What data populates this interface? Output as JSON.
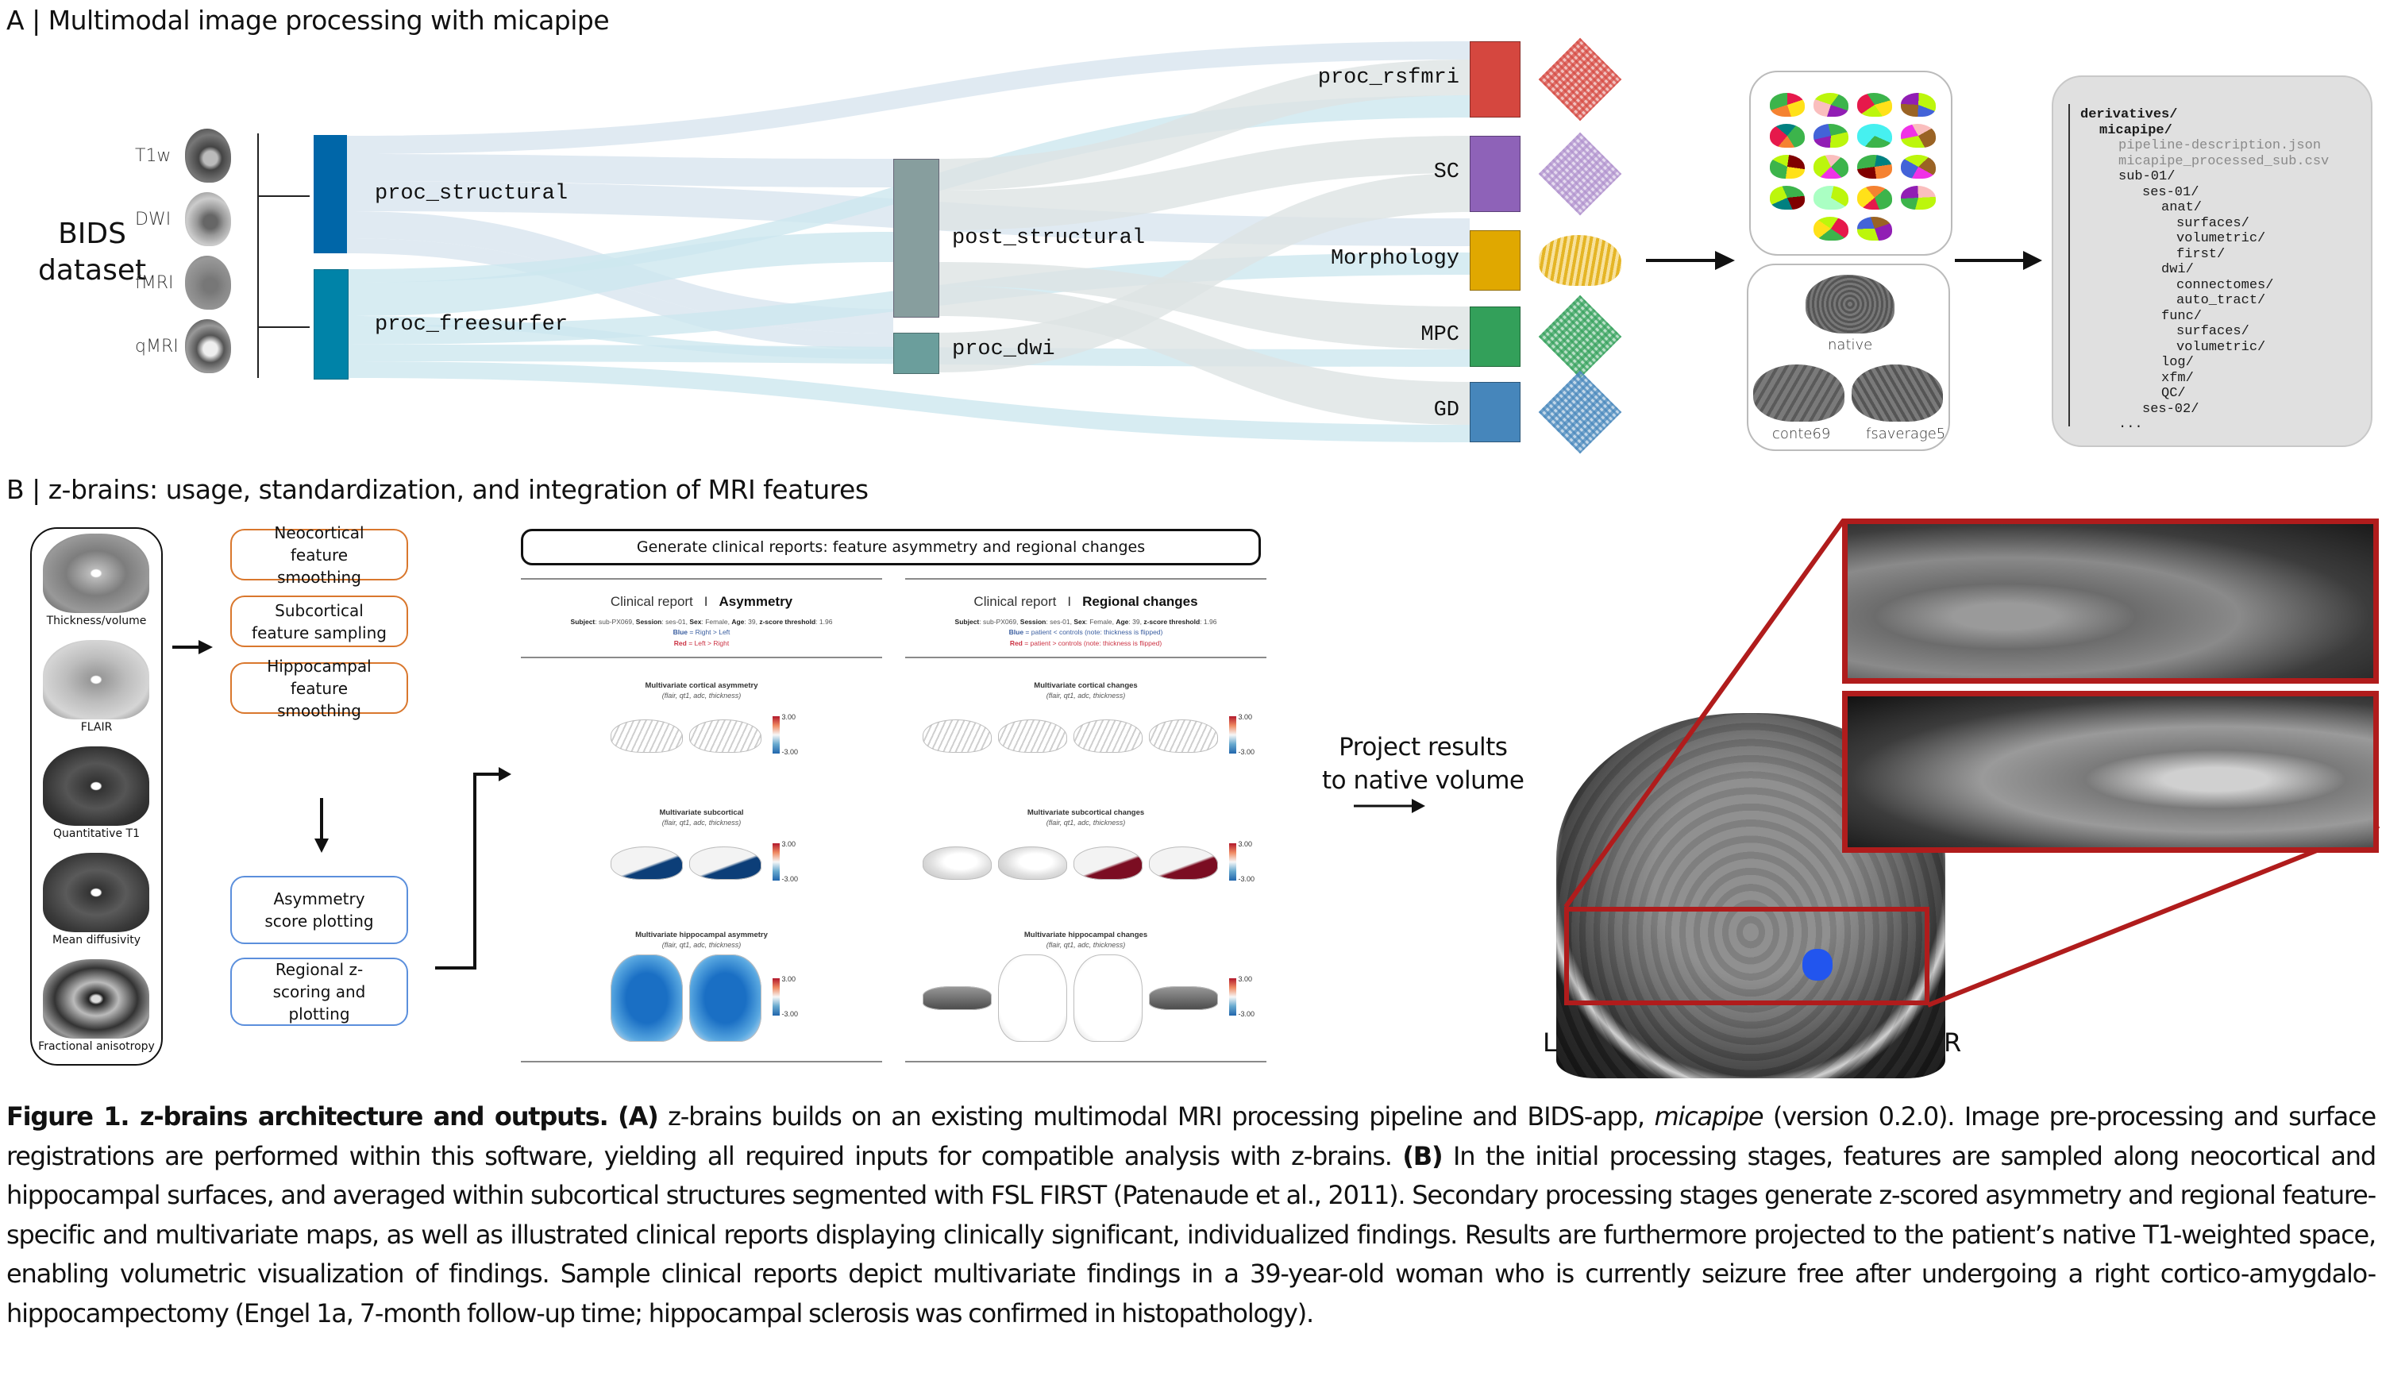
{
  "panel_a": {
    "title": "A | Multimodal image processing with micapipe",
    "bids_label_line1": "BIDS",
    "bids_label_line2": "dataset",
    "modalities": [
      {
        "label": "T1w",
        "icon": "brain-sagittal-t1w-icon"
      },
      {
        "label": "DWI",
        "icon": "brain-sagittal-dwi-icon"
      },
      {
        "label": "fMRI",
        "icon": "brain-sagittal-fmri-icon"
      },
      {
        "label": "qMRI",
        "icon": "brain-sagittal-qmri-icon"
      }
    ],
    "stage1_nodes": [
      {
        "label": "proc_structural",
        "color": "#0066a8"
      },
      {
        "label": "proc_freesurfer",
        "color": "#0083a8"
      }
    ],
    "stage2_nodes": [
      {
        "label": "post_structural",
        "color": "#879e9e"
      },
      {
        "label": "proc_dwi",
        "color": "#6b9e9c"
      }
    ],
    "output_nodes": [
      {
        "label": "proc_rsfmri",
        "color": "#d5473f",
        "icon": "functional-connectivity-matrix-icon"
      },
      {
        "label": "SC",
        "color": "#8e62b8",
        "icon": "structural-connectivity-matrix-icon"
      },
      {
        "label": "Morphology",
        "color": "#e0a800",
        "icon": "cortical-surface-icon"
      },
      {
        "label": "MPC",
        "color": "#33a05a",
        "icon": "microstructural-profile-covariance-matrix-icon"
      },
      {
        "label": "GD",
        "color": "#4686bb",
        "icon": "geodesic-distance-matrix-icon"
      }
    ],
    "flow_colors": {
      "from_proc_structural": "#d8e5ef",
      "from_proc_freesurfer": "#cde7ef",
      "from_post_structural": "#dde3e3",
      "overlap": "#a9cdd8"
    },
    "surfaces": {
      "parcellation_count": 18,
      "native_label": "native",
      "conte69_label": "conte69",
      "fsaverage5_label": "fsaverage5"
    },
    "derivatives_tree": [
      {
        "text": "derivatives/",
        "depth": 0,
        "style": "bold"
      },
      {
        "text": "micapipe/",
        "depth": 1,
        "style": "bold"
      },
      {
        "text": "pipeline-description.json",
        "depth": 2,
        "style": "dim"
      },
      {
        "text": "micapipe_processed_sub.csv",
        "depth": 2,
        "style": "dim"
      },
      {
        "text": "sub-01/",
        "depth": 2,
        "style": "normal"
      },
      {
        "text": "ses-01/",
        "depth": 3,
        "style": "normal"
      },
      {
        "text": "anat/",
        "depth": 4,
        "style": "normal"
      },
      {
        "text": "surfaces/",
        "depth": 5,
        "style": "normal"
      },
      {
        "text": "volumetric/",
        "depth": 5,
        "style": "normal"
      },
      {
        "text": "first/",
        "depth": 5,
        "style": "normal"
      },
      {
        "text": "dwi/",
        "depth": 4,
        "style": "normal"
      },
      {
        "text": "connectomes/",
        "depth": 5,
        "style": "normal"
      },
      {
        "text": "auto_tract/",
        "depth": 5,
        "style": "normal"
      },
      {
        "text": "func/",
        "depth": 4,
        "style": "normal"
      },
      {
        "text": "surfaces/",
        "depth": 5,
        "style": "normal"
      },
      {
        "text": "volumetric/",
        "depth": 5,
        "style": "normal"
      },
      {
        "text": "log/",
        "depth": 4,
        "style": "normal"
      },
      {
        "text": "xfm/",
        "depth": 4,
        "style": "normal"
      },
      {
        "text": "QC/",
        "depth": 4,
        "style": "normal"
      },
      {
        "text": "ses-02/",
        "depth": 3,
        "style": "normal"
      },
      {
        "text": "...",
        "depth": 2,
        "style": "normal"
      }
    ]
  },
  "panel_b": {
    "title": "B | z-brains: usage, standardization, and integration of MRI features",
    "input_modalities": [
      {
        "label": "Thickness/volume",
        "tone": "t1"
      },
      {
        "label": "FLAIR",
        "tone": "flair"
      },
      {
        "label": "Quantitative T1",
        "tone": "qt1"
      },
      {
        "label": "Mean diffusivity",
        "tone": "md"
      },
      {
        "label": "Fractional anisotropy",
        "tone": "fa"
      }
    ],
    "preprocessing_steps": [
      {
        "label": "Neocortical feature smoothing"
      },
      {
        "label": "Subcortical feature sampling"
      },
      {
        "label": "Hippocampal feature smoothing"
      }
    ],
    "analysis_steps": [
      {
        "label": "Asymmetry score plotting"
      },
      {
        "label": "Regional z-scoring and plotting"
      }
    ],
    "reports_header": "Generate clinical reports: feature asymmetry and regional changes",
    "reports": [
      {
        "title_prefix": "Clinical report",
        "title_sep": "I",
        "title_main": "Asymmetry",
        "meta": {
          "subject_label": "Subject",
          "subject": "sub-PX069",
          "session_label": "Session",
          "session": "ses-01",
          "sex_label": "Sex",
          "sex": "Female",
          "age_label": "Age",
          "age": "39",
          "threshold_label": "z-score threshold",
          "threshold": "1.96"
        },
        "legend_blue_key": "Blue",
        "legend_blue": " = Right > Left",
        "legend_red_key": "Red",
        "legend_red": " = Left > Right",
        "sections": [
          {
            "title": "Multivariate cortical asymmetry",
            "subtitle": "(flair, qt1, adc, thickness)",
            "cbar_max": "3.00",
            "cbar_min": "-3.00"
          },
          {
            "title": "Multivariate subcortical",
            "subtitle": "(flair, qt1, adc, thickness)",
            "cbar_max": "3.00",
            "cbar_min": "-3.00"
          },
          {
            "title": "Multivariate hippocampal asymmetry",
            "subtitle": "(flair, qt1, adc, thickness)",
            "cbar_max": "3.00",
            "cbar_min": "-3.00"
          }
        ]
      },
      {
        "title_prefix": "Clinical report",
        "title_sep": "I",
        "title_main": "Regional changes",
        "meta": {
          "subject_label": "Subject",
          "subject": "sub-PX069",
          "session_label": "Session",
          "session": "ses-01",
          "sex_label": "Sex",
          "sex": "Female",
          "age_label": "Age",
          "age": "39",
          "threshold_label": "z-score threshold",
          "threshold": "1.96"
        },
        "legend_blue_key": "Blue",
        "legend_blue": " = patient < controls (note: thickness is flipped)",
        "legend_red_key": "Red",
        "legend_red": " = patient > controls (note: thickness is flipped)",
        "sections": [
          {
            "title": "Multivariate cortical changes",
            "subtitle": "(flair, qt1, adc, thickness)",
            "cbar_max": "3.00",
            "cbar_min": "-3.00"
          },
          {
            "title": "Multivariate subcortical changes",
            "subtitle": "(flair, qt1, adc, thickness)",
            "cbar_max": "3.00",
            "cbar_min": "-3.00"
          },
          {
            "title": "Multivariate hippocampal changes",
            "subtitle": "(flair, qt1, adc, thickness)",
            "cbar_max": "3.00",
            "cbar_min": "-3.00"
          }
        ]
      }
    ],
    "project_text_line1": "Project results",
    "project_text_line2": "to native volume",
    "left_label": "L",
    "right_label": "R",
    "highlight_color": "#b01c1c",
    "finding_color": "#2255ee"
  },
  "caption": {
    "figure_label": "Figure 1. z-brains architecture and outputs.",
    "a_label": "(A)",
    "a_text_1": " z-brains builds on an existing multimodal MRI processing pipeline and BIDS-app, ",
    "a_italic": "micapipe",
    "a_text_2": " (version 0.2.0). Image pre-processing and surface registrations are performed within this software, yielding all required inputs for compatible analysis with z-brains. ",
    "b_label": "(B)",
    "b_text": " In the initial processing stages, features are sampled along neocortical and hippocampal surfaces, and averaged within subcortical structures segmented with FSL FIRST (Patenaude et al., 2011). Secondary processing stages generate z-scored asymmetry and regional feature-specific and multivariate maps, as well as illustrated clinical reports displaying clinically significant, individualized findings. Results are furthermore projected to the patient’s native T1-weighted space, enabling volumetric visualization of findings. Sample clinical reports depict multivariate findings in a 39-year-old woman who is currently seizure free after undergoing a right cortico-amygdalo-hippocampectomy (Engel 1a, 7-month follow-up time; hippocampal sclerosis was confirmed in histopathology)."
  }
}
